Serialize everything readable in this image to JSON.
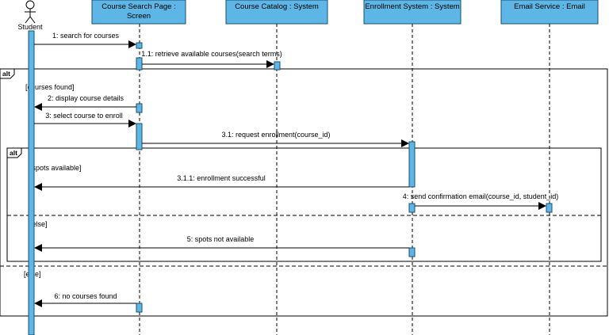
{
  "actor": {
    "name": "Student"
  },
  "lifelines": [
    {
      "id": "screen",
      "line1": "Course Search Page :",
      "line2": "Screen"
    },
    {
      "id": "catalog",
      "line1": "Course Catalog : System",
      "line2": ""
    },
    {
      "id": "enroll",
      "line1": "Enrollment System : System",
      "line2": ""
    },
    {
      "id": "email",
      "line1": "Email Service : Email",
      "line2": ""
    }
  ],
  "messages": [
    {
      "label": "1: search for courses"
    },
    {
      "label": "1.1: retrieve available courses(search terms)"
    },
    {
      "label": "2: display course details"
    },
    {
      "label": "3: select course to enroll"
    },
    {
      "label": "3.1: request enrollment(course_id)"
    },
    {
      "label": "3.1.1: enrollment successful"
    },
    {
      "label": "4: send confirmation email(course_id, student_id)"
    },
    {
      "label": "5: spots not available"
    },
    {
      "label": "6: no courses found"
    }
  ],
  "fragments": {
    "outer": {
      "operator": "alt",
      "guard1": "[courses found]",
      "guard2": "[else]"
    },
    "inner": {
      "operator": "alt",
      "guard1": "[spots available]",
      "guard2": "[else]"
    }
  },
  "colors": {
    "header_fill": "#5eb6e6",
    "activation_fill": "#5eb6e6",
    "line": "#000000",
    "background": "#ffffff"
  }
}
